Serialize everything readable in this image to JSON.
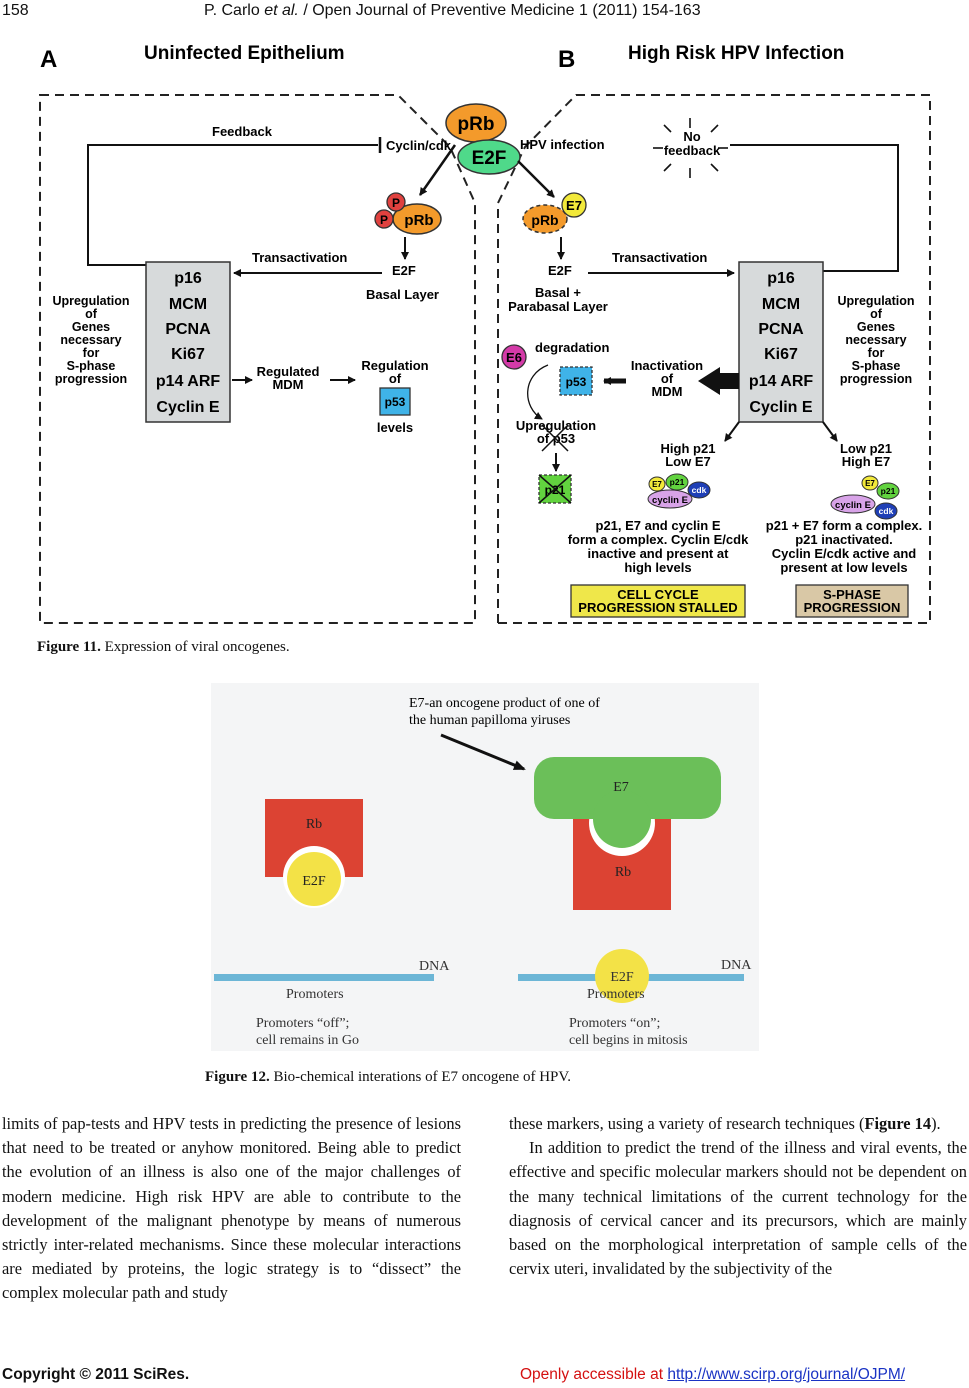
{
  "header": {
    "page_number": "158",
    "running_title_pre": "P. Carlo ",
    "running_title_italic": "et al.",
    "running_title_post": " / Open Journal of Preventive Medicine 1 (2011) 154-163"
  },
  "figure11": {
    "panel_a_letter": "A",
    "panel_a_title": "Uninfected Epithelium",
    "panel_b_letter": "B",
    "panel_b_title": "High Risk HPV Infection",
    "prb": "pRb",
    "e2f": "E2F",
    "feedback": "Feedback",
    "cyclin_cdk": "Cyclin/cdk",
    "hpv_infection": "HPV infection",
    "no_feedback_1": "No",
    "no_feedback_2": "feedback",
    "p": "P",
    "e7": "E7",
    "transactivation": "Transactivation",
    "e2f_small": "E2F",
    "basal_layer": "Basal Layer",
    "basal_plus_1": "Basal +",
    "basal_plus_2": "Parabasal Layer",
    "box_items": [
      "p16",
      "MCM",
      "PCNA",
      "Ki67",
      "p14 ARF",
      "Cyclin E"
    ],
    "upregulation_lines": [
      "Upregulation",
      "of",
      "Genes",
      "necessary",
      "for",
      "S-phase",
      "progression"
    ],
    "regulated_mdm_1": "Regulated",
    "regulated_mdm_2": "MDM",
    "regulation_of_1": "Regulation",
    "regulation_of_2": "of",
    "p53": "p53",
    "levels": "levels",
    "e6": "E6",
    "degradation": "degradation",
    "inactivation_1": "Inactivation",
    "inactivation_2": "of",
    "inactivation_3": "MDM",
    "upreg_p53_1": "Upregulation",
    "upreg_p53_2": "of p53",
    "p21": "p21",
    "cdk": "cdk",
    "cyclin_e_small": "cyclin E",
    "high_p21_1": "High p21",
    "high_p21_2": "Low E7",
    "low_p21_1": "Low p21",
    "low_p21_2": "High E7",
    "left_desc": [
      "p21, E7 and cyclin E",
      "form a complex. Cyclin E/cdk",
      "inactive and present at",
      "high levels"
    ],
    "right_desc": [
      "p21 + E7 form a complex.",
      "p21 inactivated.",
      "Cyclin E/cdk active and",
      "present at low levels"
    ],
    "stalled_1": "CELL CYCLE",
    "stalled_2": "PROGRESSION STALLED",
    "sphase_1": "S-PHASE",
    "sphase_2": "PROGRESSION",
    "colors": {
      "orange": "#f39a2b",
      "green": "#4fd98a",
      "red_p": "#e0413f",
      "yellow_e7": "#f2e93a",
      "magenta_e6": "#d43aa8",
      "p53_blue": "#3fb3e8",
      "p21_green": "#62d33f",
      "box_grey": "#d7dadb",
      "stalled_yellow": "#efe74a",
      "sphase_tan": "#d9c8a6",
      "cdk_blue": "#1f3fb6",
      "cyclin_purple": "#d8a3e8"
    }
  },
  "figure11_caption": {
    "label": "Figure 11.",
    "text": " Expression of viral oncogenes."
  },
  "figure12": {
    "annotation_1": "E7-an oncogene product of one of",
    "annotation_2": "the human papilloma yiruses",
    "e7": "E7",
    "rb": "Rb",
    "e2f": "E2F",
    "dna": "DNA",
    "promoters": "Promoters",
    "off_1": "Promoters “off”;",
    "off_2": "cell remains in Go",
    "on_1": "Promoters “on”;",
    "on_2": "cell begins in mitosis",
    "colors": {
      "green": "#6bbf59",
      "red": "#dc4333",
      "yellow": "#f3e247",
      "dna_blue": "#6cb6d6"
    }
  },
  "figure12_caption": {
    "label": "Figure 12.",
    "text": " Bio-chemical interations of E7 oncogene of HPV."
  },
  "body": {
    "left_col": "limits of pap-tests and HPV tests in predicting the presence of lesions that need to be treated or anyhow monitored. Being able to predict the evolution of an illness is also one of the major challenges of modern medicine. High risk HPV are able to contribute to the development of the malignant phenotype by means of numerous strictly inter-related mechanisms. Since these molecular interactions are mediated by proteins, the logic strategy is to “dissect” the complex molecular path and study",
    "right_col_p1_pre": "these markers, using a variety of research techniques (",
    "right_col_p1_ref": "Figure 14",
    "right_col_p1_post": ").",
    "right_col_p2": "In addition to predict the trend of the illness and viral events, the effective and specific molecular markers should not be dependent on the many technical limitations of the current technology for the diagnosis of cervical cancer and its precursors, which are mainly based on the morphological interpretation of sample cells of the cervix uteri, invalidated by the subjectivity of the"
  },
  "footer": {
    "copyright": "Copyright © 2011 SciRes.",
    "open_access": "Openly accessible at ",
    "url": "http://www.scirp.org/journal/OJPM/"
  }
}
